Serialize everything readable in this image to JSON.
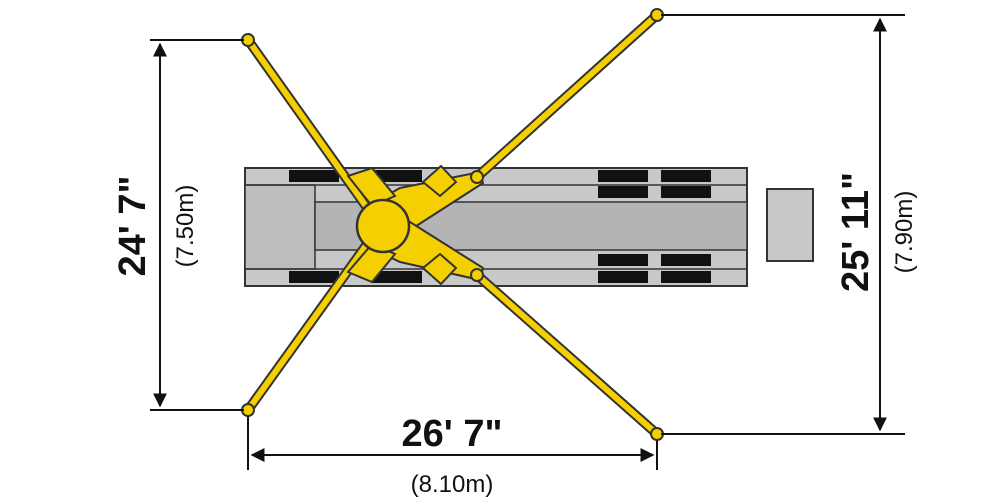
{
  "dimensions": {
    "left": {
      "imperial": "24' 7\"",
      "metric": "(7.50m)"
    },
    "right": {
      "imperial": "25' 11\"",
      "metric": "(7.90m)"
    },
    "bottom": {
      "imperial": "26' 7\"",
      "metric": "(8.10m)"
    }
  },
  "colors": {
    "outrigger_yellow": "#f5d000",
    "outline": "#333333",
    "chassis_gray": "#c8c8c8",
    "chassis_dark": "#a9a9a9",
    "pad_black": "#111111",
    "dimension_line": "#111111"
  }
}
